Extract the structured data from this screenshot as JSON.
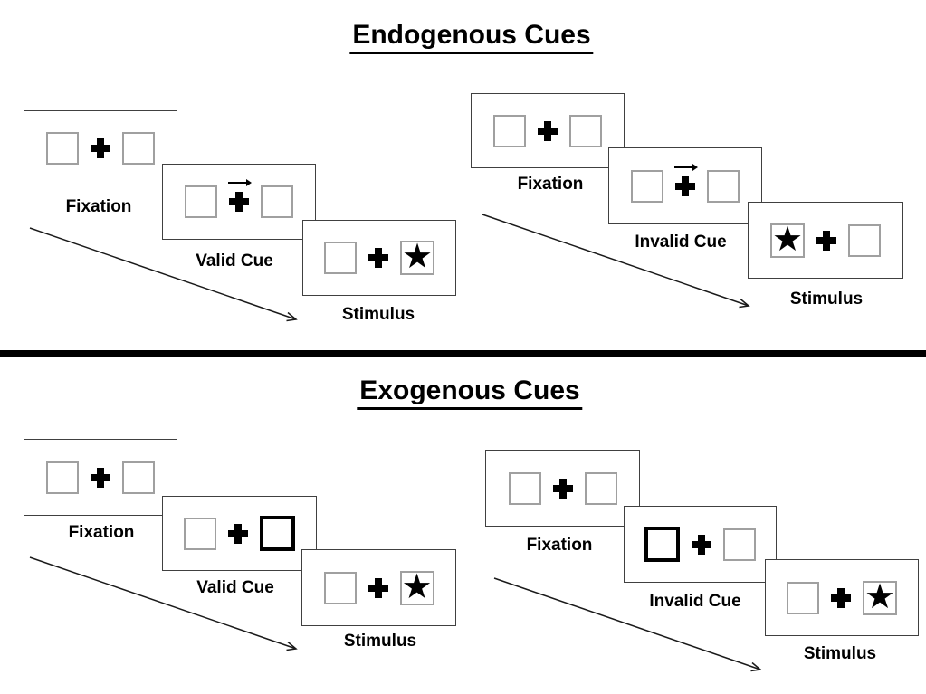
{
  "colors": {
    "background": "#ffffff",
    "ink": "#000000",
    "panel_border": "#404040",
    "placeholder_box_border": "#a0a0a0",
    "cue_highlight_border": "#000000",
    "divider": "#000000"
  },
  "icons": {
    "fixation_cross": "heavy-plus-css-shape",
    "target_star": "★",
    "cue_arrow": "thin-right-arrow",
    "timeline_arrow": "diagonal-line-with-open-arrowhead"
  },
  "sections": [
    {
      "title": "Endogenous Cues",
      "sequences": [
        {
          "name": "valid",
          "frames": {
            "fixation": {
              "label": "Fixation"
            },
            "cue": {
              "label": "Valid Cue",
              "arrow_direction": "right"
            },
            "stimulus": {
              "label": "Stimulus",
              "star_position": "right"
            }
          }
        },
        {
          "name": "invalid",
          "frames": {
            "fixation": {
              "label": "Fixation"
            },
            "cue": {
              "label": "Invalid Cue",
              "arrow_direction": "right"
            },
            "stimulus": {
              "label": "Stimulus",
              "star_position": "left"
            }
          }
        }
      ]
    },
    {
      "title": "Exogenous Cues",
      "sequences": [
        {
          "name": "valid",
          "frames": {
            "fixation": {
              "label": "Fixation"
            },
            "cue": {
              "label": "Valid Cue",
              "highlighted_box": "right"
            },
            "stimulus": {
              "label": "Stimulus",
              "star_position": "right"
            }
          }
        },
        {
          "name": "invalid",
          "frames": {
            "fixation": {
              "label": "Fixation"
            },
            "cue": {
              "label": "Invalid Cue",
              "highlighted_box": "left"
            },
            "stimulus": {
              "label": "Stimulus",
              "star_position": "right"
            }
          }
        }
      ]
    }
  ]
}
